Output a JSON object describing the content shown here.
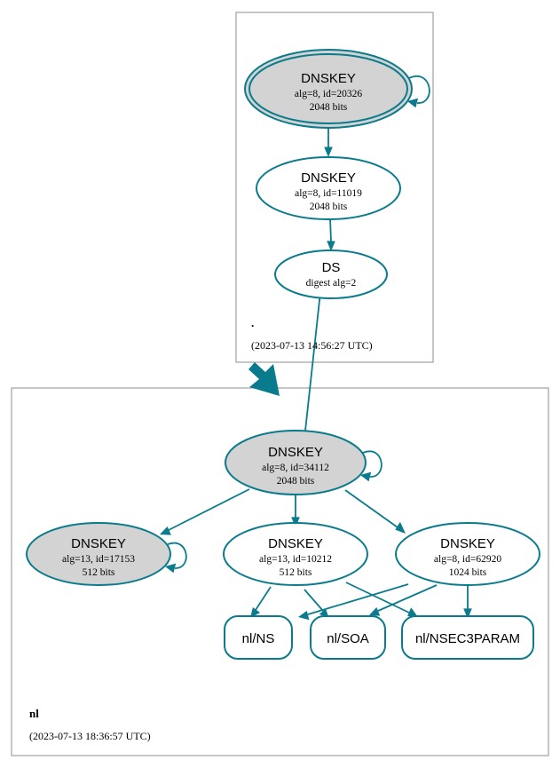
{
  "diagram": {
    "type": "dnssec-trust-chain",
    "colors": {
      "accent": "#0a7b8c",
      "node_secure_fill": "#d3d3d3",
      "node_plain_fill": "#ffffff",
      "zone_border": "#a0a0a0",
      "text": "#000000"
    }
  },
  "zones": [
    {
      "id": "root",
      "name": ".",
      "timestamp": "(2023-07-13 14:56:27 UTC)",
      "nodes": [
        {
          "id": "root-ksk",
          "kind": "DNSKEY",
          "title": "DNSKEY",
          "line2": "alg=8, id=20326",
          "line3": "2048 bits",
          "algorithm": 8,
          "key_id": 20326,
          "key_size": "2048 bits",
          "fill": "gray",
          "double_ring": true,
          "self_signed": true
        },
        {
          "id": "root-zsk",
          "kind": "DNSKEY",
          "title": "DNSKEY",
          "line2": "alg=8, id=11019",
          "line3": "2048 bits",
          "algorithm": 8,
          "key_id": 11019,
          "key_size": "2048 bits",
          "fill": "white",
          "double_ring": false,
          "self_signed": false
        },
        {
          "id": "root-ds",
          "kind": "DS",
          "title": "DS",
          "line2": "digest alg=2",
          "line3": "",
          "digest_algorithm": 2,
          "fill": "white",
          "double_ring": false,
          "self_signed": false
        }
      ]
    },
    {
      "id": "nl",
      "name": "nl",
      "timestamp": "(2023-07-13 18:36:57 UTC)",
      "nodes": [
        {
          "id": "nl-ksk",
          "kind": "DNSKEY",
          "title": "DNSKEY",
          "line2": "alg=8, id=34112",
          "line3": "2048 bits",
          "algorithm": 8,
          "key_id": 34112,
          "key_size": "2048 bits",
          "fill": "gray",
          "double_ring": false,
          "self_signed": true
        },
        {
          "id": "nl-key-17153",
          "kind": "DNSKEY",
          "title": "DNSKEY",
          "line2": "alg=13, id=17153",
          "line3": "512 bits",
          "algorithm": 13,
          "key_id": 17153,
          "key_size": "512 bits",
          "fill": "gray",
          "double_ring": false,
          "self_signed": true
        },
        {
          "id": "nl-key-10212",
          "kind": "DNSKEY",
          "title": "DNSKEY",
          "line2": "alg=13, id=10212",
          "line3": "512 bits",
          "algorithm": 13,
          "key_id": 10212,
          "key_size": "512 bits",
          "fill": "white",
          "double_ring": false,
          "self_signed": false
        },
        {
          "id": "nl-key-62920",
          "kind": "DNSKEY",
          "title": "DNSKEY",
          "line2": "alg=8, id=62920",
          "line3": "1024 bits",
          "algorithm": 8,
          "key_id": 62920,
          "key_size": "1024 bits",
          "fill": "white",
          "double_ring": false,
          "self_signed": false
        }
      ],
      "records": [
        {
          "id": "nl-ns",
          "label": "nl/NS"
        },
        {
          "id": "nl-soa",
          "label": "nl/SOA"
        },
        {
          "id": "nl-nsec3param",
          "label": "nl/NSEC3PARAM"
        }
      ]
    }
  ],
  "edges": [
    {
      "from": "root-ksk",
      "to": "root-zsk",
      "style": "thin"
    },
    {
      "from": "root-zsk",
      "to": "root-ds",
      "style": "thin"
    },
    {
      "from": "root-ds",
      "to": "nl-ksk",
      "style": "thin"
    },
    {
      "from": "root",
      "to": "nl",
      "style": "thick",
      "kind": "delegation"
    },
    {
      "from": "nl-ksk",
      "to": "nl-key-17153",
      "style": "thin"
    },
    {
      "from": "nl-ksk",
      "to": "nl-key-10212",
      "style": "thin"
    },
    {
      "from": "nl-ksk",
      "to": "nl-key-62920",
      "style": "thin"
    },
    {
      "from": "nl-key-10212",
      "to": "nl-ns",
      "style": "thin"
    },
    {
      "from": "nl-key-10212",
      "to": "nl-soa",
      "style": "thin"
    },
    {
      "from": "nl-key-10212",
      "to": "nl-nsec3param",
      "style": "thin"
    },
    {
      "from": "nl-key-62920",
      "to": "nl-ns",
      "style": "thin"
    },
    {
      "from": "nl-key-62920",
      "to": "nl-soa",
      "style": "thin"
    },
    {
      "from": "nl-key-62920",
      "to": "nl-nsec3param",
      "style": "thin"
    }
  ]
}
